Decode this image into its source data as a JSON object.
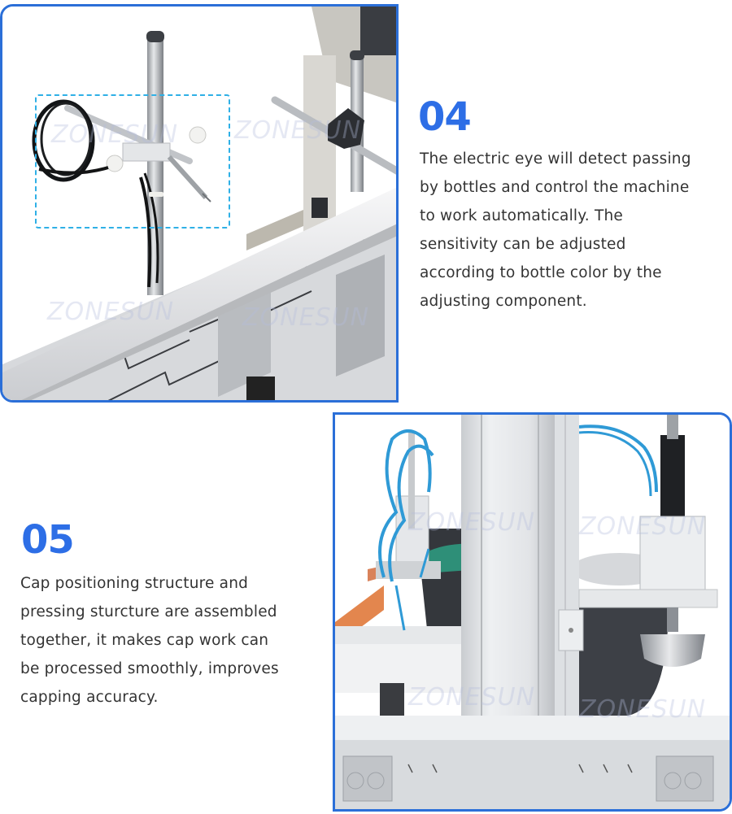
{
  "sections": [
    {
      "number": "04",
      "description_lines": [
        "The electric eye will detect passing",
        "by bottles and control the machine",
        "to work automatically. The",
        "sensitivity can be adjusted",
        "according to bottle color by the",
        "adjusting component."
      ],
      "image_alt": "Electric eye sensor mounted on vertical post above conveyor",
      "watermark": "ZONESUN"
    },
    {
      "number": "05",
      "description_lines": [
        "Cap positioning structure and",
        "pressing sturcture are assembled",
        "together, it makes cap work can",
        "be processed smoothly, improves",
        "capping accuracy."
      ],
      "image_alt": "Cap positioning and pressing structure with pneumatic tubing",
      "watermark": "ZONESUN"
    }
  ],
  "colors": {
    "accent": "#2d6ee6",
    "frame": "#2b6fd8",
    "text": "#333333",
    "highlight_box": "#2fb0e6"
  }
}
